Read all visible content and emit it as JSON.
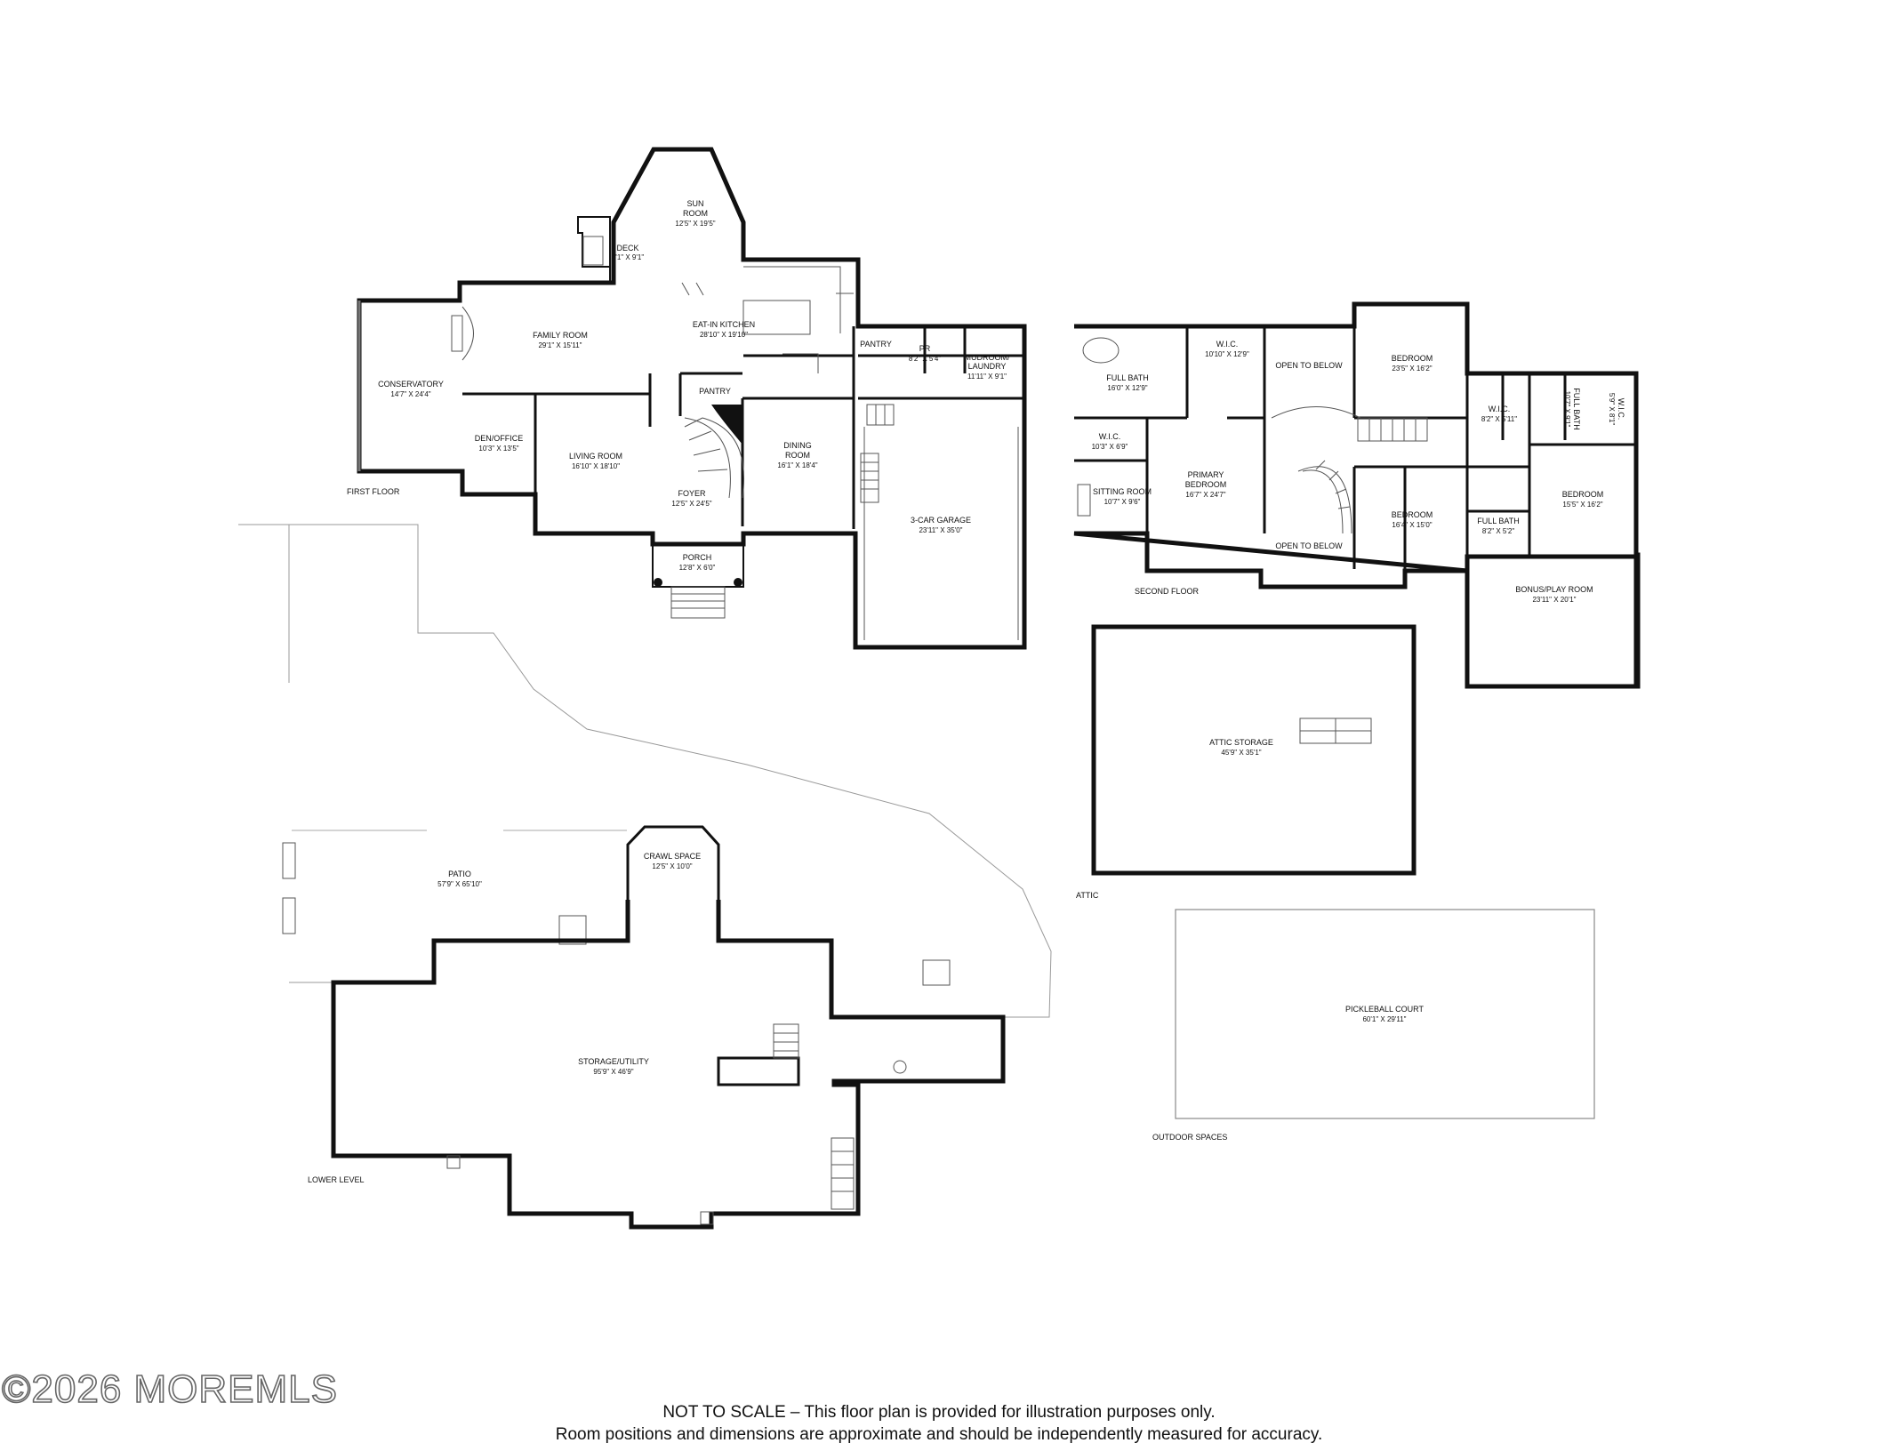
{
  "floors": {
    "first": "FIRST FLOOR",
    "second": "SECOND FLOOR",
    "lower": "LOWER LEVEL",
    "attic": "ATTIC",
    "outdoor": "OUTDOOR SPACES"
  },
  "rooms": {
    "sun_room": {
      "name1": "SUN",
      "name2": "ROOM",
      "dim": "12'5\" X 19'5\""
    },
    "deck": {
      "name": "DECK",
      "dim": "6'1\" X 9'1\""
    },
    "family_room": {
      "name": "FAMILY ROOM",
      "dim": "29'1\" X 15'11\""
    },
    "eat_in_kitchen": {
      "name": "EAT-IN KITCHEN",
      "dim": "28'10\" X 19'10\""
    },
    "pantry_upper": {
      "name": "PANTRY"
    },
    "powder_room": {
      "name": "PR",
      "dim": "8'2\" X 5'4\""
    },
    "mudroom": {
      "name1": "MUDROOM/",
      "name2": "LAUNDRY",
      "dim": "11'11\" X 9'1\""
    },
    "conservatory": {
      "name": "CONSERVATORY",
      "dim": "14'7\" X 24'4\""
    },
    "pantry_lower": {
      "name": "PANTRY"
    },
    "den_office": {
      "name": "DEN/OFFICE",
      "dim": "10'3\" X 13'5\""
    },
    "living_room": {
      "name": "LIVING ROOM",
      "dim": "16'10\" X 18'10\""
    },
    "dining_room": {
      "name1": "DINING",
      "name2": "ROOM",
      "dim": "16'1\" X 18'4\""
    },
    "foyer": {
      "name": "FOYER",
      "dim": "12'5\" X 24'5\""
    },
    "garage": {
      "name": "3-CAR GARAGE",
      "dim": "23'11\" X 35'0\""
    },
    "porch": {
      "name": "PORCH",
      "dim": "12'8\" X 6'0\""
    },
    "full_bath_primary": {
      "name": "FULL BATH",
      "dim": "16'0\" X 12'9\""
    },
    "wic_primary": {
      "name": "W.I.C.",
      "dim": "10'10\" X 12'9\""
    },
    "open_to_below_1": {
      "name": "OPEN TO BELOW"
    },
    "bedroom_ne": {
      "name": "BEDROOM",
      "dim": "23'5\" X 16'2\""
    },
    "full_bath_ne": {
      "name": "FULL BATH",
      "dim": "10'7\" X 9'1\""
    },
    "wic_east": {
      "name": "W.I.C.",
      "dim": "5'9\" X 8'1\""
    },
    "wic_small": {
      "name": "W.I.C.",
      "dim": "10'3\" X 6'9\""
    },
    "wic_mid": {
      "name": "W.I.C.",
      "dim": "8'2\" X 5'11\""
    },
    "primary_bedroom": {
      "name1": "PRIMARY",
      "name2": "BEDROOM",
      "dim": "16'7\" X 24'7\""
    },
    "sitting_room": {
      "name": "SITTING ROOM",
      "dim": "10'7\" X 9'6\""
    },
    "bedroom_mid": {
      "name": "BEDROOM",
      "dim": "16'4\" X 15'0\""
    },
    "bedroom_east": {
      "name": "BEDROOM",
      "dim": "15'5\" X 16'2\""
    },
    "full_bath_mid": {
      "name": "FULL BATH",
      "dim": "8'2\" X 5'2\""
    },
    "open_to_below_2": {
      "name": "OPEN TO BELOW"
    },
    "bonus_room": {
      "name": "BONUS/PLAY ROOM",
      "dim": "23'11\" X 20'1\""
    },
    "attic_storage": {
      "name": "ATTIC STORAGE",
      "dim": "45'9\" X 35'1\""
    },
    "patio": {
      "name": "PATIO",
      "dim": "57'9\" X 65'10\""
    },
    "crawl_space": {
      "name": "CRAWL SPACE",
      "dim": "12'5\" X 10'0\""
    },
    "storage_utility": {
      "name": "STORAGE/UTILITY",
      "dim": "95'9\" X 46'9\""
    },
    "pickleball": {
      "name": "PICKLEBALL COURT",
      "dim": "60'1\" X 29'11\""
    }
  },
  "watermark": "©2026 MOREMLS",
  "disclaimer": {
    "line1": "NOT TO SCALE – This floor plan is provided for illustration purposes only.",
    "line2": "Room positions and dimensions are approximate and should be independently measured for accuracy."
  }
}
